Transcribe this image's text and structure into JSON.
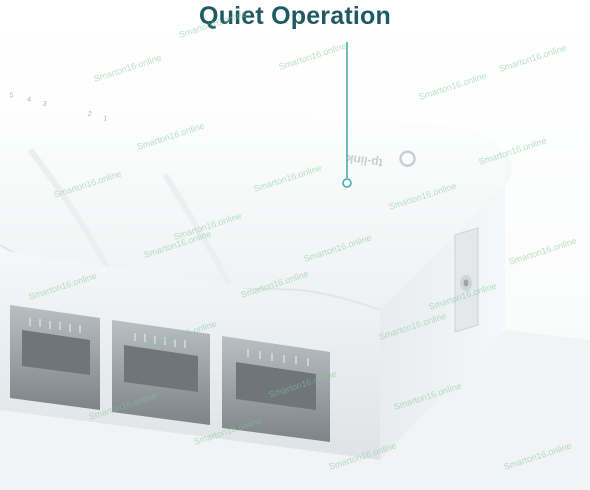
{
  "headline": "Quiet Operation",
  "brand_label": "tp-link",
  "port_numbers": [
    "5",
    "4",
    "3",
    "2",
    "1"
  ],
  "watermark_text": "Smarton16.online",
  "colors": {
    "headline": "#1f5a63",
    "callout_line": "#3aa7b0",
    "device_body": "#f4f6f7",
    "device_shadow": "#d9dee0",
    "port_interior": "#8e9599",
    "watermark": "#7fc79a"
  },
  "icons": [
    "tp-link-logo-icon",
    "power-jack-icon"
  ]
}
